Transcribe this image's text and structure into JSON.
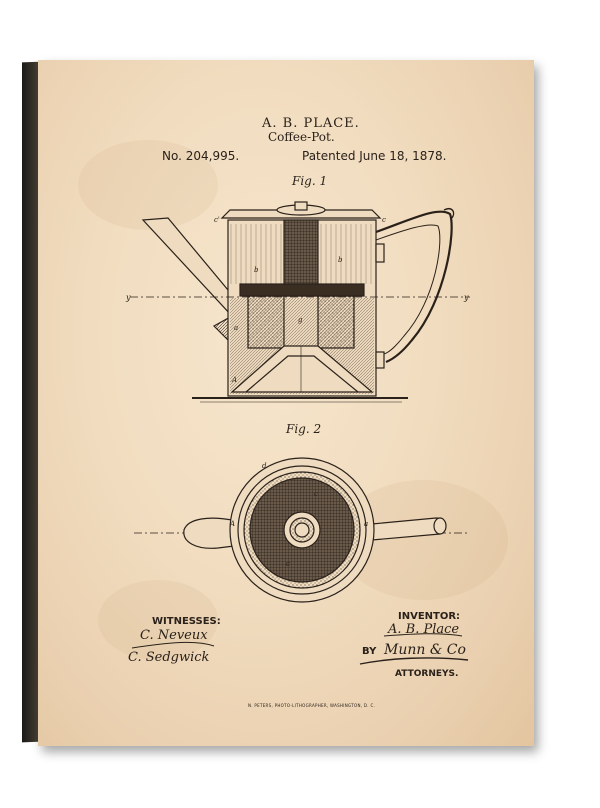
{
  "header": {
    "inventor_name": "A. B. PLACE.",
    "title": "Coffee-Pot.",
    "patent_number": "No. 204,995.",
    "patent_date": "Patented June 18, 1878."
  },
  "figures": {
    "fig1_label": "Fig. 1",
    "fig2_label": "Fig. 2"
  },
  "footer": {
    "witnesses_label": "WITNESSES:",
    "witness_signature_1": "C. Neveux",
    "witness_signature_2": "C. Sedgwick",
    "inventor_label": "INVENTOR:",
    "inventor_signature": "A. B. Place",
    "by_label": "BY",
    "attorney_signature": "Munn & Co",
    "attorneys_label": "ATTORNEYS.",
    "imprint": "N. PETERS, PHOTO-LITHOGRAPHER, WASHINGTON, D. C."
  },
  "colors": {
    "paper": "#f1dcbf",
    "ink": "#2a211a",
    "canvas_edge": "#2e2923"
  }
}
